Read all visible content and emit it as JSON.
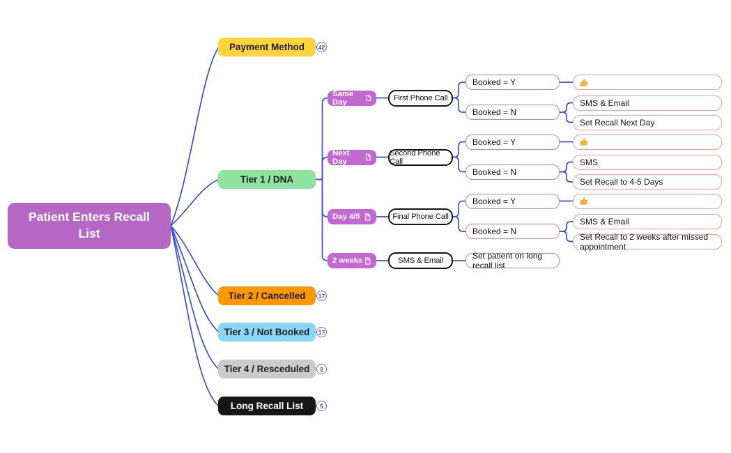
{
  "diagram": {
    "root": {
      "label": "Patient Enters Recall List",
      "color": "#b567c5"
    },
    "branches": [
      {
        "label": "Payment Method",
        "badge": "42",
        "color": "#ffd43c"
      },
      {
        "label": "Tier 1 / DNA",
        "badge": "",
        "color": "#8fe3a1"
      },
      {
        "label": "Tier 2 / Cancelled",
        "badge": "17",
        "color": "#ff9800"
      },
      {
        "label": "Tier 3 / Not Booked",
        "badge": "17",
        "color": "#8ad7f7"
      },
      {
        "label": "Tier 4 / Resceduled",
        "badge": "2",
        "color": "#cbcbcb"
      },
      {
        "label": "Long Recall List",
        "badge": "5",
        "color": "#161616"
      }
    ],
    "tier1_flow": {
      "rows": [
        {
          "stage": "Same Day",
          "action": "First Phone Call",
          "booked_yes": "Booked = Y",
          "booked_no": "Booked = N",
          "yes_outcome": "👍",
          "no_outcomes": [
            "SMS & Email",
            "Set Recall Next Day"
          ]
        },
        {
          "stage": "Next Day",
          "action": "Second Phone Call",
          "booked_yes": "Booked = Y",
          "booked_no": "Booked = N",
          "yes_outcome": "👍",
          "no_outcomes": [
            "SMS",
            "Set Recall to 4-5 Days"
          ]
        },
        {
          "stage": "Day 4/5",
          "action": "Final Phone Call",
          "booked_yes": "Booked = Y",
          "booked_no": "Booked = N",
          "yes_outcome": "👍",
          "no_outcomes": [
            "SMS & Email",
            "Set Recall to 2 weeks after missed appointment"
          ]
        },
        {
          "stage": "2 weeks",
          "action": "SMS & Email",
          "outcome": "Set patient on long recall list"
        }
      ]
    },
    "colors": {
      "edge": "#3a4ed8",
      "stage_fill": "#c368d2",
      "booked_border": "#c87bd9",
      "leaf_border": "#f79f96",
      "action_border": "#141414",
      "badge_border": "#5b6ee0"
    }
  }
}
